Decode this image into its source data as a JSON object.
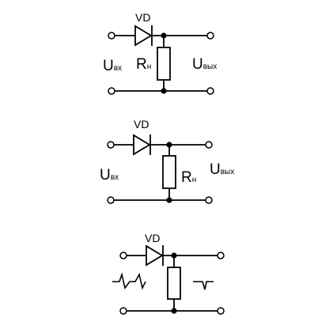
{
  "circuits": [
    {
      "diode_label": "VD",
      "resistor_label": {
        "main": "R",
        "sub": "н"
      },
      "input_label": {
        "main": "U",
        "sub": "вх"
      },
      "output_label": {
        "main": "U",
        "sub": "вых"
      }
    },
    {
      "diode_label": "VD",
      "resistor_label": {
        "main": "R",
        "sub": "н"
      },
      "input_label": {
        "main": "U",
        "sub": "вх"
      },
      "output_label": {
        "main": "U",
        "sub": "вых"
      }
    },
    {
      "diode_label": "VD",
      "input_waveform": "pulse-train-icon",
      "output_waveform": "negative-pulse-icon"
    }
  ]
}
